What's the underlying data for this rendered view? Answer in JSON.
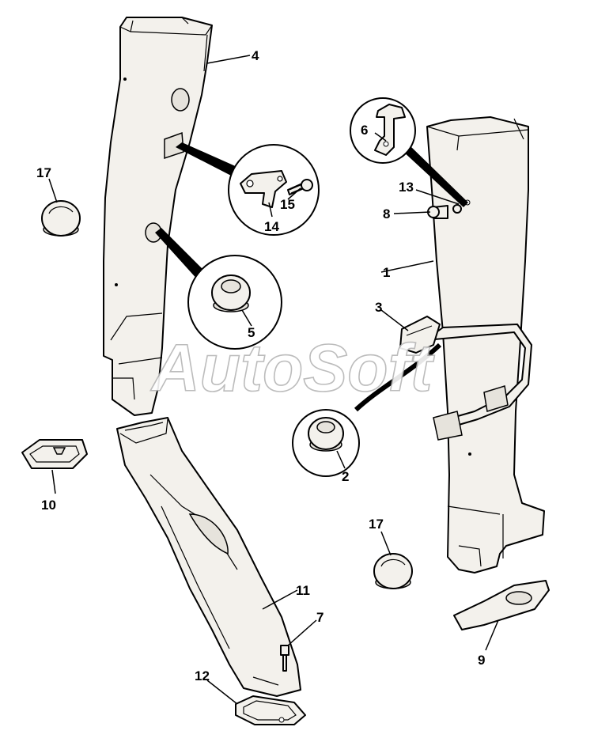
{
  "watermark": "AutoSoft",
  "labels": {
    "p1": "1",
    "p2": "2",
    "p3": "3",
    "p4": "4",
    "p5": "5",
    "p6": "6",
    "p7": "7",
    "p8": "8",
    "p9": "9",
    "p10": "10",
    "p11": "11",
    "p12": "12",
    "p13": "13",
    "p14": "14",
    "p15": "15",
    "p17a": "17",
    "p17b": "17"
  }
}
